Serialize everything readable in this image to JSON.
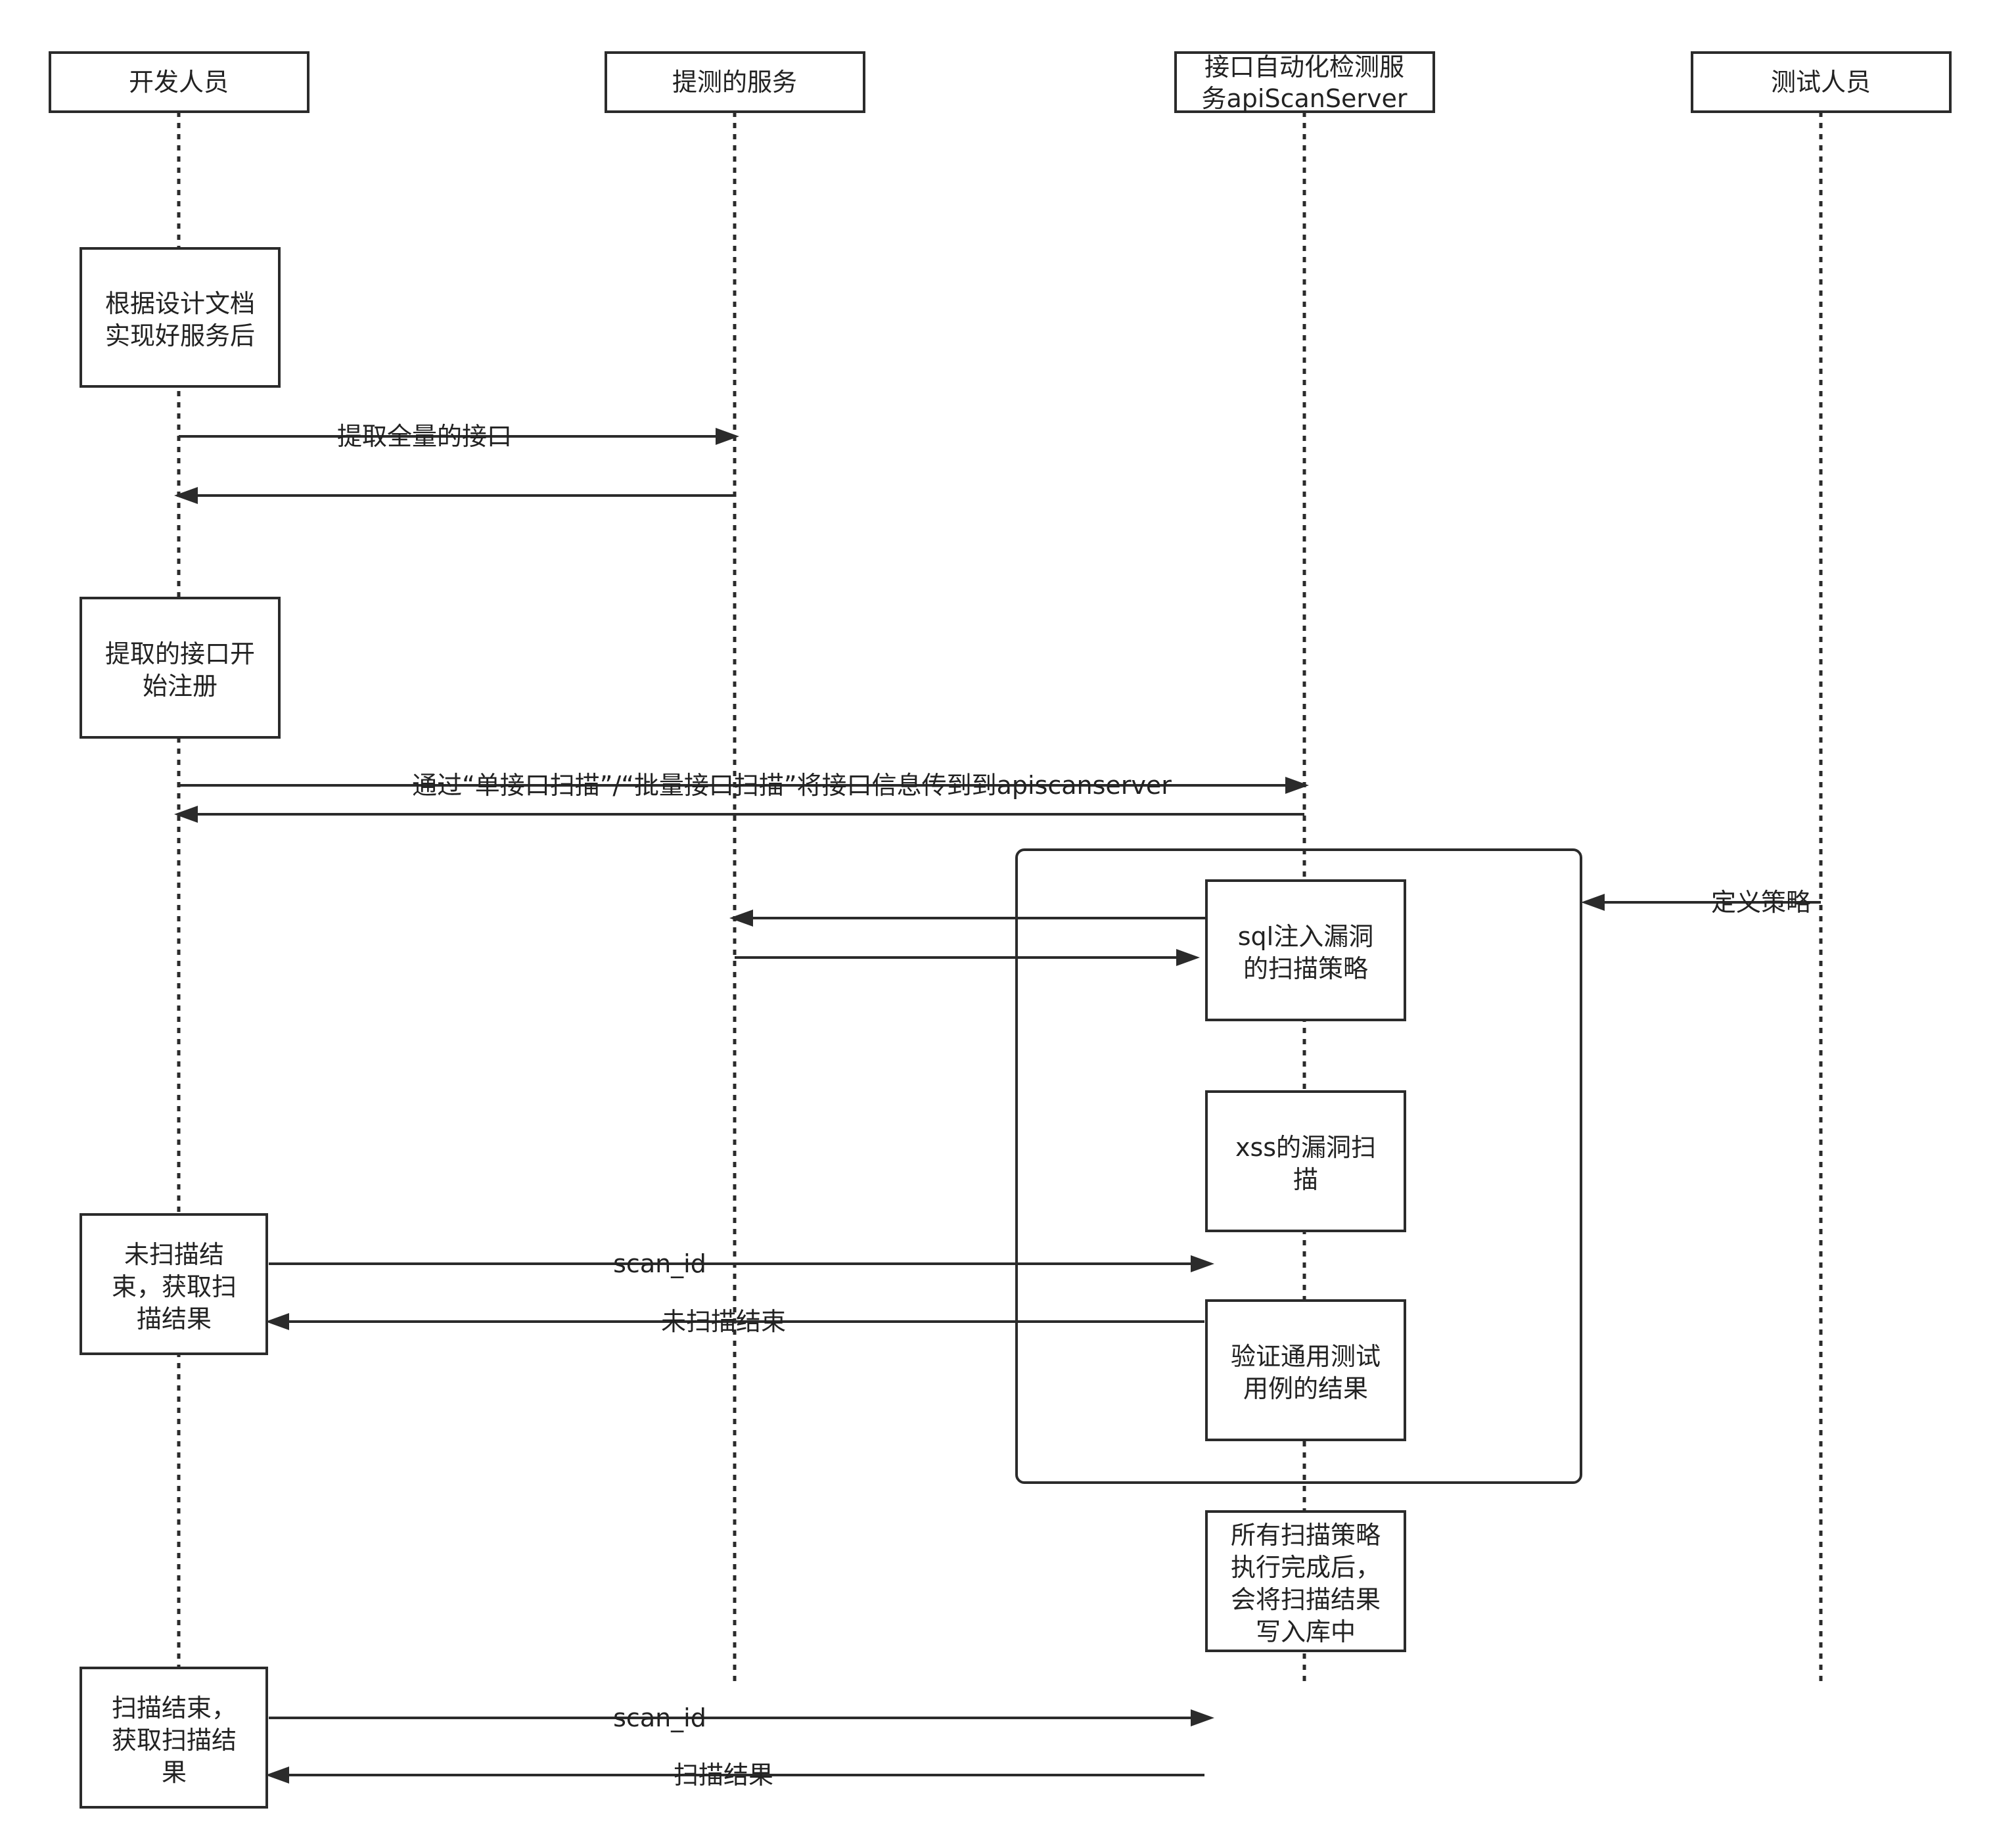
{
  "participants": [
    {
      "id": "dev",
      "lines": [
        "开发人员"
      ]
    },
    {
      "id": "svc",
      "lines": [
        "提测的服务"
      ]
    },
    {
      "id": "scan",
      "lines": [
        "接口自动化检测服",
        "务apiScanServer"
      ]
    },
    {
      "id": "tester",
      "lines": [
        "测试人员"
      ]
    }
  ],
  "notes": {
    "implement": [
      "根据设计文档",
      "实现好服务后"
    ],
    "register": [
      "提取的接口开",
      "始注册"
    ],
    "sqli": [
      "sql注入漏洞",
      "的扫描策略"
    ],
    "xss": [
      "xss的漏洞扫",
      "描"
    ],
    "verify": [
      "验证通用测试",
      "用例的结果"
    ],
    "not_done": [
      "未扫描结",
      "束，获取扫",
      "描结果"
    ],
    "write_db": [
      "所有扫描策略",
      "执行完成后，",
      "会将扫描结果",
      "写入库中"
    ],
    "done": [
      "扫描结束，",
      "获取扫描结",
      "果"
    ]
  },
  "messages": {
    "extract": "提取全量的接口",
    "extract_return": "",
    "upload": "通过“单接口扫描”/“批量接口扫描”将接口信息传到到apiscanserver",
    "upload_return": "",
    "define_policy": "定义策略",
    "sqli_request": "",
    "sqli_response": "",
    "scan_id_1": "scan_id",
    "not_finished": "未扫描结束",
    "scan_id_2": "scan_id",
    "scan_result": "扫描结果"
  },
  "colors": {
    "stroke": "#2b2b2b",
    "background": "#ffffff"
  }
}
